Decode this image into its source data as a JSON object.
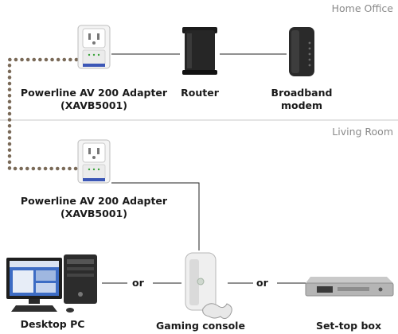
{
  "rooms": {
    "home_office": "Home Office",
    "living_room": "Living Room"
  },
  "devices": {
    "adapter_top": {
      "line1": "Powerline AV 200 Adapter",
      "line2": "(XAVB5001)"
    },
    "router": {
      "label": "Router"
    },
    "modem": {
      "line1": "Broadband",
      "line2": "modem"
    },
    "adapter_bottom": {
      "line1": "Powerline AV 200 Adapter",
      "line2": "(XAVB5001)"
    },
    "desktop": {
      "label": "Desktop PC"
    },
    "console": {
      "label": "Gaming console"
    },
    "settop": {
      "label": "Set-top box"
    }
  },
  "connectors": {
    "or_left": "or",
    "or_right": "or"
  },
  "colors": {
    "powerline": "#7a6a58",
    "ethernet": "#222222",
    "divider": "#c8c8c8",
    "room_label": "#8a8a8a"
  }
}
